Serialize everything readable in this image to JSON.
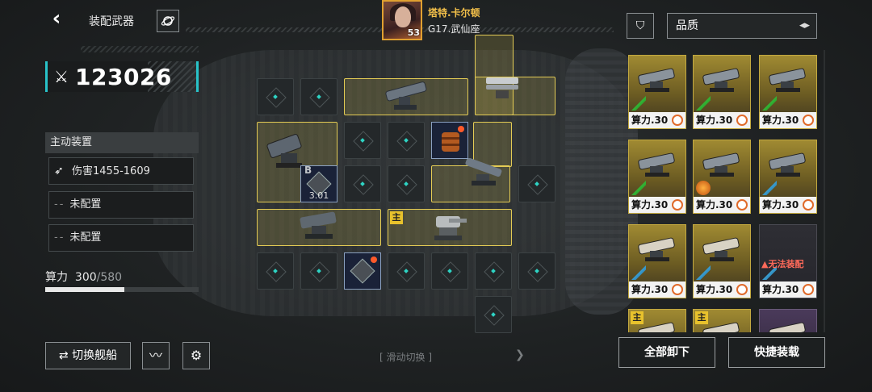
{
  "header": {
    "title": "装配武器",
    "back_icon": "chevron-left-icon",
    "planet_icon": "planet-icon"
  },
  "captain": {
    "name": "塔特.卡尔顿",
    "ship": "G17.武仙座",
    "level": "53"
  },
  "power": {
    "value": "123026"
  },
  "active_device": {
    "header": "主动装置",
    "slots": [
      {
        "label": "伤害1455-1609",
        "icon": "missile-icon"
      },
      {
        "label": "未配置",
        "prefix": "--"
      },
      {
        "label": "未配置",
        "prefix": "--"
      }
    ]
  },
  "compute": {
    "label": "算力",
    "used": "300",
    "total": "/580",
    "fraction": 0.517
  },
  "bottom_left": {
    "switch_label": "切换舰船",
    "switch_icon": "swap-icon"
  },
  "swipe_hint": "滑动切换",
  "grid": {
    "chip_b_letter": "B",
    "chip_b_value": "3.01",
    "main_tag": "主"
  },
  "right_panel": {
    "sort_label": "品质",
    "filter_icon": "filter-icon"
  },
  "inventory": [
    {
      "foot": "算力.30"
    },
    {
      "foot": "算力.30"
    },
    {
      "foot": "算力.30"
    },
    {
      "foot": "算力.30"
    },
    {
      "foot": "算力.30"
    },
    {
      "foot": "算力.30"
    },
    {
      "foot": "算力.30"
    },
    {
      "foot": "算力.30"
    },
    {
      "foot": "算力.30",
      "warn": "无法装配"
    },
    {
      "tag": "主"
    },
    {
      "tag": "主"
    },
    {}
  ],
  "actions": {
    "unload_all": "全部卸下",
    "quick_equip": "快捷装载"
  },
  "colors": {
    "accent_teal": "#28c2c8",
    "equip_yellow": "#e4cc55",
    "captain_gold": "#f3c04a"
  }
}
